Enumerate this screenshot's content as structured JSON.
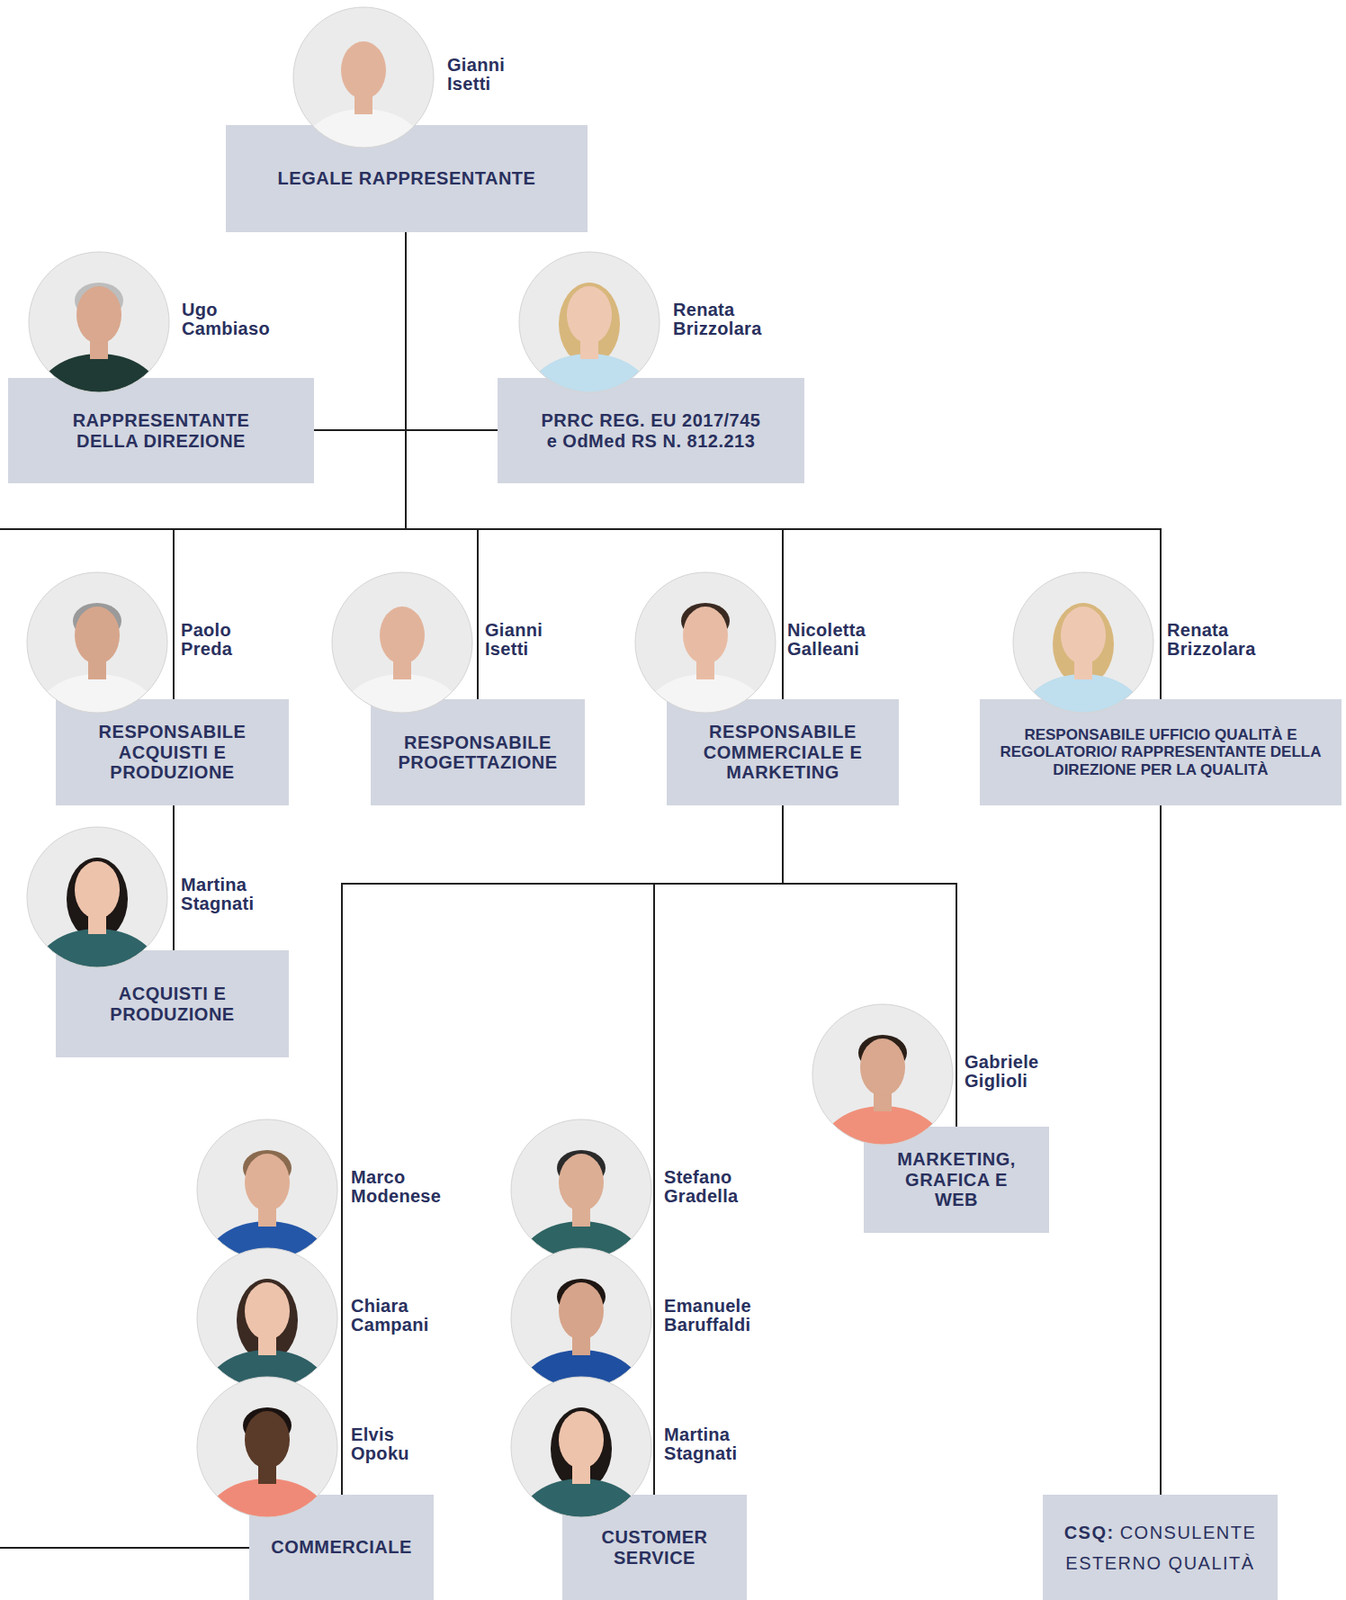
{
  "diagram": {
    "nodes": [
      {
        "text": [
          "Gianni Isetti",
          "LEGALE RAPPRESENTANTE"
        ]
      },
      {
        "text": [
          "Ugo Cambiaso",
          "RAPPRESENTANTE DELLA DIREZIONE"
        ]
      },
      {
        "text": [
          "Renata Brizzolara",
          "PRRC REG. EU 2017/745 e OdMed RS N. 812.213"
        ]
      },
      {
        "text": [
          "Paolo Preda",
          "RESPONSABILE ACQUISTI E PRODUZIONE"
        ]
      },
      {
        "text": [
          "Gianni Isetti",
          "RESPONSABILE PROGETTAZIONE"
        ]
      },
      {
        "text": [
          "Nicoletta Galleani",
          "RESPONSABILE COMMERCIALE E MARKETING"
        ]
      },
      {
        "text": [
          "Renata Brizzolara",
          "RESPONSABILE UFFICIO QUALITÀ E REGOLATORIO/ RAPPRESENTANTE DELLA DIREZIONE PER LA QUALITÀ"
        ]
      },
      {
        "text": [
          "Martina Stagnati",
          "ACQUISTI E PRODUZIONE"
        ]
      },
      {
        "text": [
          "Gabriele Giglioli",
          "MARKETING, GRAFICA E WEB"
        ]
      },
      {
        "text": [
          "Marco Modenese",
          "Chiara Campani",
          "Elvis Opoku",
          "COMMERCIALE"
        ]
      },
      {
        "text": [
          "Stefano Gradella",
          "Emanuele Baruffaldi",
          "Martina Stagnati",
          "CUSTOMER SERVICE"
        ]
      },
      {
        "text": [
          "CSQ:",
          "CONSULENTE ESTERNO QUALITÀ"
        ]
      }
    ],
    "edges": [
      {
        "from": 0,
        "to": 1,
        "arrow": "none"
      },
      {
        "from": 0,
        "to": 2,
        "arrow": "none"
      },
      {
        "from": 0,
        "to": 3,
        "arrow": "none"
      },
      {
        "from": 0,
        "to": 4,
        "arrow": "none"
      },
      {
        "from": 0,
        "to": 5,
        "arrow": "none"
      },
      {
        "from": 0,
        "to": 6,
        "arrow": "none"
      },
      {
        "from": 3,
        "to": 7,
        "arrow": "none"
      },
      {
        "from": 5,
        "to": 9,
        "arrow": "none"
      },
      {
        "from": 5,
        "to": 10,
        "arrow": "none"
      },
      {
        "from": 5,
        "to": 8,
        "arrow": "none"
      },
      {
        "from": 6,
        "to": 11,
        "arrow": "none"
      }
    ]
  }
}
